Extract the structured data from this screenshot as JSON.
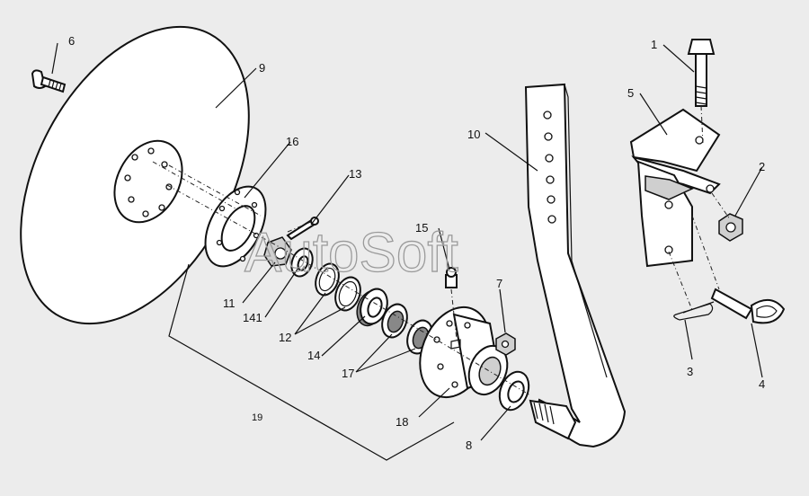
{
  "watermark": "AutoSoft",
  "callouts": {
    "c1": "1",
    "c2": "2",
    "c3": "3",
    "c4": "4",
    "c5": "5",
    "c6": "6",
    "c7": "7",
    "c8": "8",
    "c9": "9",
    "c10": "10",
    "c11": "11",
    "c12": "12",
    "c13": "13",
    "c14": "14",
    "c14b": "141",
    "c15": "15",
    "c16": "16",
    "c17": "17",
    "c18": "18",
    "c19": "19"
  }
}
